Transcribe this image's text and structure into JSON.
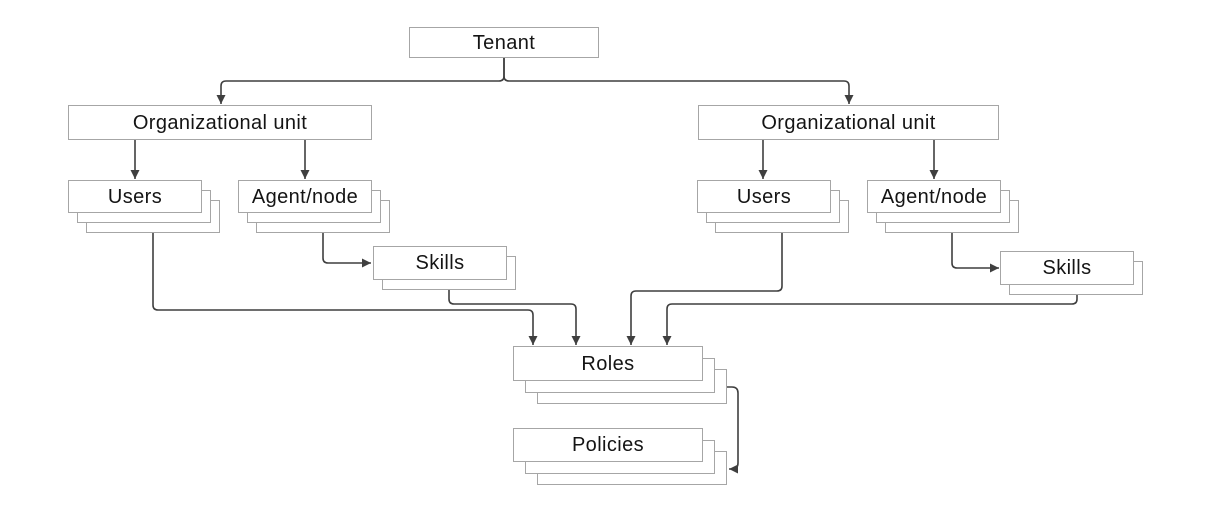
{
  "diagram": {
    "type": "hierarchy-flowchart",
    "nodes": {
      "tenant": {
        "label": "Tenant"
      },
      "ou_left": {
        "label": "Organizational unit"
      },
      "users_left": {
        "label": "Users"
      },
      "agent_left": {
        "label": "Agent/node"
      },
      "skills_left": {
        "label": "Skills"
      },
      "ou_right": {
        "label": "Organizational unit"
      },
      "users_right": {
        "label": "Users"
      },
      "agent_right": {
        "label": "Agent/node"
      },
      "skills_right": {
        "label": "Skills"
      },
      "roles": {
        "label": "Roles"
      },
      "policies": {
        "label": "Policies"
      }
    },
    "edges": [
      {
        "from": "tenant",
        "to": "ou_left"
      },
      {
        "from": "tenant",
        "to": "ou_right"
      },
      {
        "from": "ou_left",
        "to": "users_left"
      },
      {
        "from": "ou_left",
        "to": "agent_left"
      },
      {
        "from": "agent_left",
        "to": "skills_left"
      },
      {
        "from": "users_left",
        "to": "roles"
      },
      {
        "from": "skills_left",
        "to": "roles"
      },
      {
        "from": "ou_right",
        "to": "users_right"
      },
      {
        "from": "ou_right",
        "to": "agent_right"
      },
      {
        "from": "agent_right",
        "to": "skills_right"
      },
      {
        "from": "users_right",
        "to": "roles"
      },
      {
        "from": "skills_right",
        "to": "roles"
      },
      {
        "from": "roles",
        "to": "policies"
      }
    ],
    "colors": {
      "background": "#ffffff",
      "box_fill": "#ffffff",
      "box_border": "#a6a6a6",
      "connector": "#3f3f3f",
      "text": "#141414"
    }
  }
}
